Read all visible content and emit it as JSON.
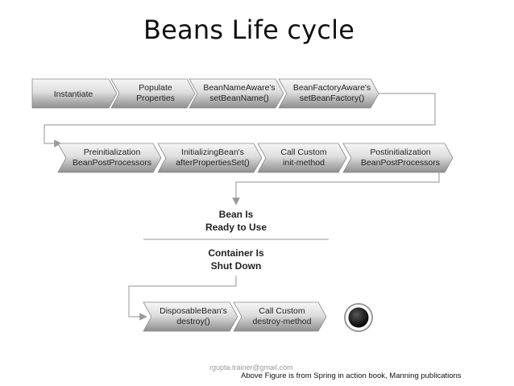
{
  "title": "Beans Life cycle",
  "steps": {
    "instantiate": "Instantiate",
    "populate": [
      "Populate",
      "Properties"
    ],
    "bean_name_aware": [
      "BeanNameAware's",
      "setBeanName()"
    ],
    "bean_factory_aware": [
      "BeanFactoryAware's",
      "setBeanFactory()"
    ],
    "preinit": [
      "Preinitialization",
      "BeanPostProcessors"
    ],
    "initializing_bean": [
      "InitializingBean's",
      "afterPropertiesSet()"
    ],
    "custom_init": [
      "Call Custom",
      "init-method"
    ],
    "postinit": [
      "Postinitialization",
      "BeanPostProcessors"
    ],
    "disposable_bean": [
      "DisposableBean's",
      "destroy()"
    ],
    "custom_destroy": [
      "Call Custom",
      "destroy-method"
    ]
  },
  "states": {
    "ready": [
      "Bean Is",
      "Ready to Use"
    ],
    "shutdown": [
      "Container Is",
      "Shut Down"
    ]
  },
  "footer": {
    "email": "rgupta.trainer@gmail.com",
    "caption": "Above Figure is  from  Spring  in action book, Manning publications"
  },
  "colors": {
    "chevron_light": "#f2f2f2",
    "chevron_dark": "#9a9a9a",
    "connector": "#9a9a9a"
  }
}
